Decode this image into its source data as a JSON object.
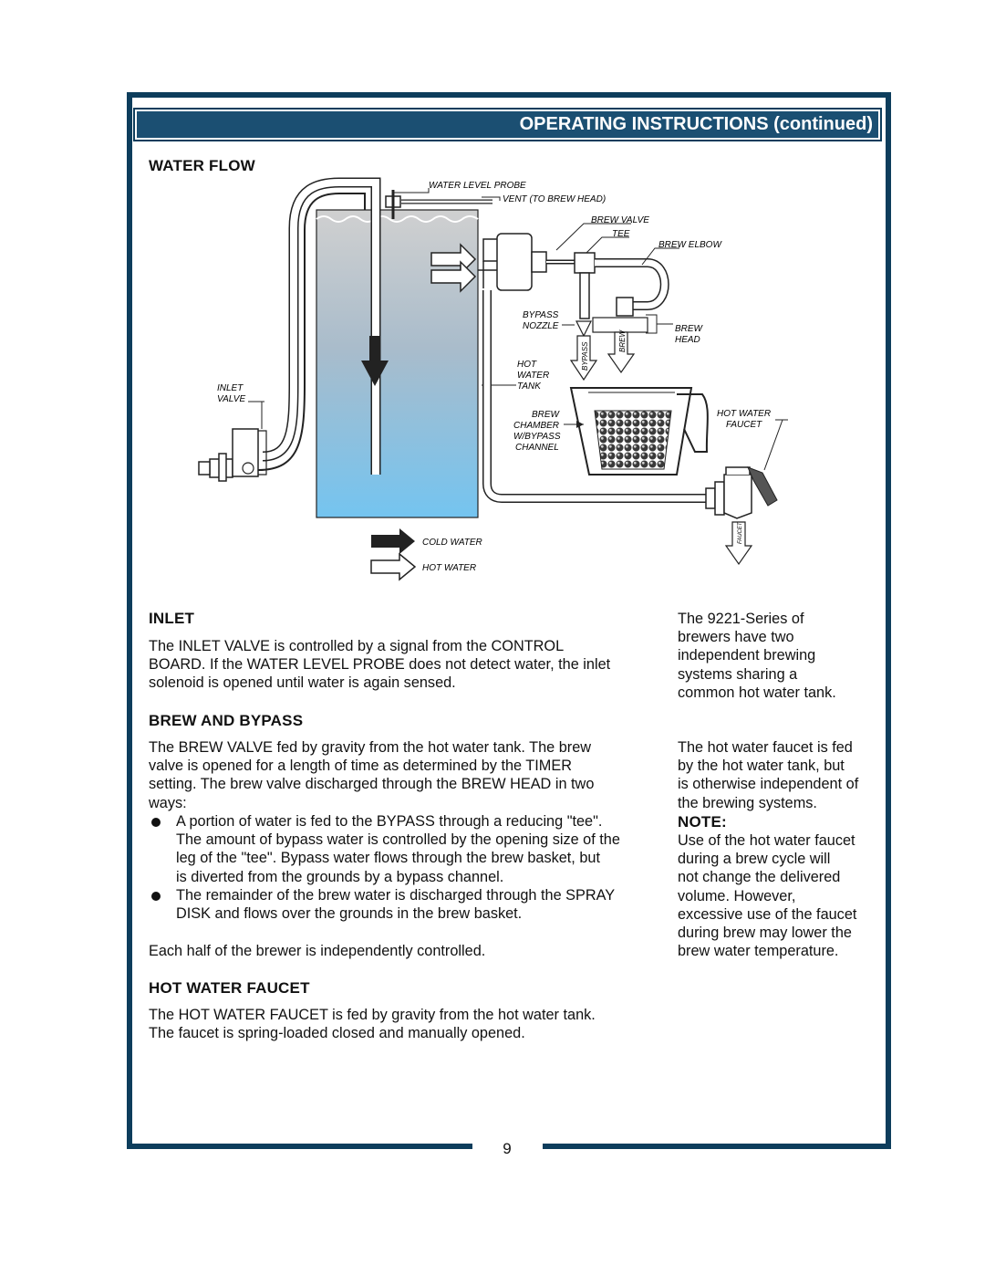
{
  "header": {
    "title": "OPERATING INSTRUCTIONS (continued)"
  },
  "water_flow": {
    "heading": "WATER FLOW",
    "diagram_labels": {
      "water_level_probe": "WATER LEVEL PROBE",
      "vent": "VENT (TO BREW HEAD)",
      "brew_valve": "BREW VALVE",
      "tee": "TEE",
      "brew_elbow": "BREW ELBOW",
      "bypass_nozzle_1": "BYPASS",
      "bypass_nozzle_2": "NOZZLE",
      "brew_head_1": "BREW",
      "brew_head_2": "HEAD",
      "hot_water_tank_1": "HOT",
      "hot_water_tank_2": "WATER",
      "hot_water_tank_3": "TANK",
      "inlet_valve_1": "INLET",
      "inlet_valve_2": "VALVE",
      "brew_chamber_1": "BREW",
      "brew_chamber_2": "CHAMBER",
      "brew_chamber_3": "W/BYPASS",
      "brew_chamber_4": "CHANNEL",
      "hot_water_faucet_1": "HOT WATER",
      "hot_water_faucet_2": "FAUCET",
      "bypass_arrow": "BYPASS",
      "brew_arrow": "BREW",
      "faucet_arrow": "FAUCET",
      "legend_cold": "COLD WATER",
      "legend_hot": "HOT WATER"
    },
    "colors": {
      "tank_top": "#c9c9c9",
      "tank_bottom": "#79c3ee",
      "border": "#0d3d5c",
      "header": "#1b4f72"
    }
  },
  "inlet": {
    "heading": "INLET",
    "lines": [
      "The INLET VALVE is controlled by a signal from the CONTROL",
      "BOARD.  If the WATER LEVEL PROBE does not detect water, the inlet",
      "solenoid is opened until water is again sensed."
    ]
  },
  "brew_bypass": {
    "heading": "BREW AND BYPASS",
    "intro_lines": [
      "The BREW VALVE fed by gravity from the hot water tank.  The brew",
      "valve is opened for a length of time as determined by the TIMER",
      "setting.  The brew valve discharged through the BREW HEAD in two",
      "ways:"
    ],
    "bullet1_lines": [
      "A portion of water is fed to the BYPASS through a reducing \"tee\".",
      "The amount of bypass water is controlled by the opening size of the",
      "leg of the \"tee\".  Bypass water flows through the brew basket, but",
      "is diverted from the grounds by a bypass channel."
    ],
    "bullet2_lines": [
      "The remainder of the brew water is discharged through the SPRAY",
      "DISK and flows over the grounds in the brew basket."
    ],
    "closing": "Each half of the brewer is independently controlled."
  },
  "hot_water_faucet": {
    "heading": "HOT WATER FAUCET",
    "lines": [
      "The HOT WATER FAUCET is fed by gravity from the hot water tank.",
      "The faucet is spring-loaded closed and manually opened."
    ]
  },
  "side": {
    "series_lines": [
      "The 9221-Series of",
      "brewers have two",
      "independent brewing",
      "systems sharing a",
      "common hot water tank."
    ],
    "faucet_lines": [
      "The hot water faucet is fed",
      "by the hot water tank, but",
      "is otherwise independent of",
      "the brewing systems."
    ],
    "note_heading": "NOTE:",
    "note_lines": [
      "Use of the hot water faucet",
      "during a brew cycle will",
      "not change the delivered",
      "volume.  However,",
      "excessive use of the faucet",
      "during brew may lower the",
      "brew water temperature."
    ]
  },
  "footer": {
    "page_number": "9"
  }
}
